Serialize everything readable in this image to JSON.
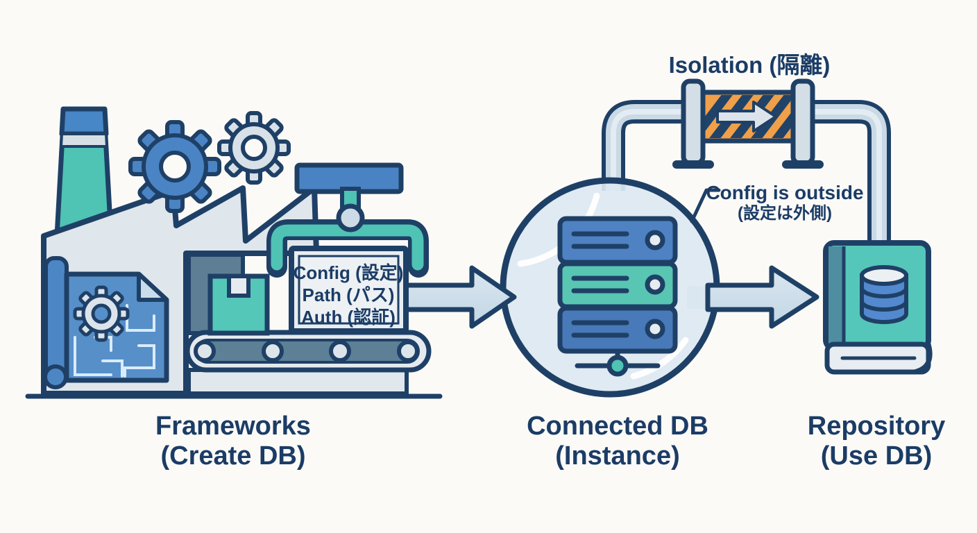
{
  "diagram": {
    "type": "architecture-flow-diagram",
    "nodes": {
      "frameworks": {
        "label": "Frameworks",
        "sublabel": "(Create DB)",
        "icon": "factory-icon"
      },
      "connected_db": {
        "label": "Connected DB",
        "sublabel": "(Instance)",
        "icon": "server-stack-icon"
      },
      "repository": {
        "label": "Repository",
        "sublabel": "(Use DB)",
        "icon": "book-database-icon"
      }
    },
    "config_sign": {
      "lines": [
        "Config (設定)",
        "Path (パス)",
        "Auth (認証)"
      ],
      "icon": "sign-panel-icon"
    },
    "isolation": {
      "label": "Isolation (隔離)",
      "icon": "barrier-icon"
    },
    "callout": {
      "line1": "Config is outside",
      "line2": "(設定は外側)"
    },
    "icons": [
      "factory-icon",
      "chimney-icon",
      "gear-icon",
      "blueprint-icon",
      "conveyor-icon",
      "package-box-icon",
      "robot-arm-icon",
      "flow-arrow-icon",
      "bubble-icon",
      "server-stack-icon",
      "network-node-icon",
      "pipe-icon",
      "barrier-icon",
      "barrier-arrow-icon",
      "book-icon",
      "database-cylinder-icon"
    ],
    "colors": {
      "outline": "#1f4066",
      "text": "#1b3c66",
      "blue": "#4a84c5",
      "teal": "#50c5b7",
      "slate": "#5d7e94",
      "light_gray": "#e2e8ee",
      "bubble_fill": "#dce8f2",
      "pipe_fill": "#c9d9e5",
      "orange": "#f0a049",
      "background": "#fbfaf7"
    }
  }
}
